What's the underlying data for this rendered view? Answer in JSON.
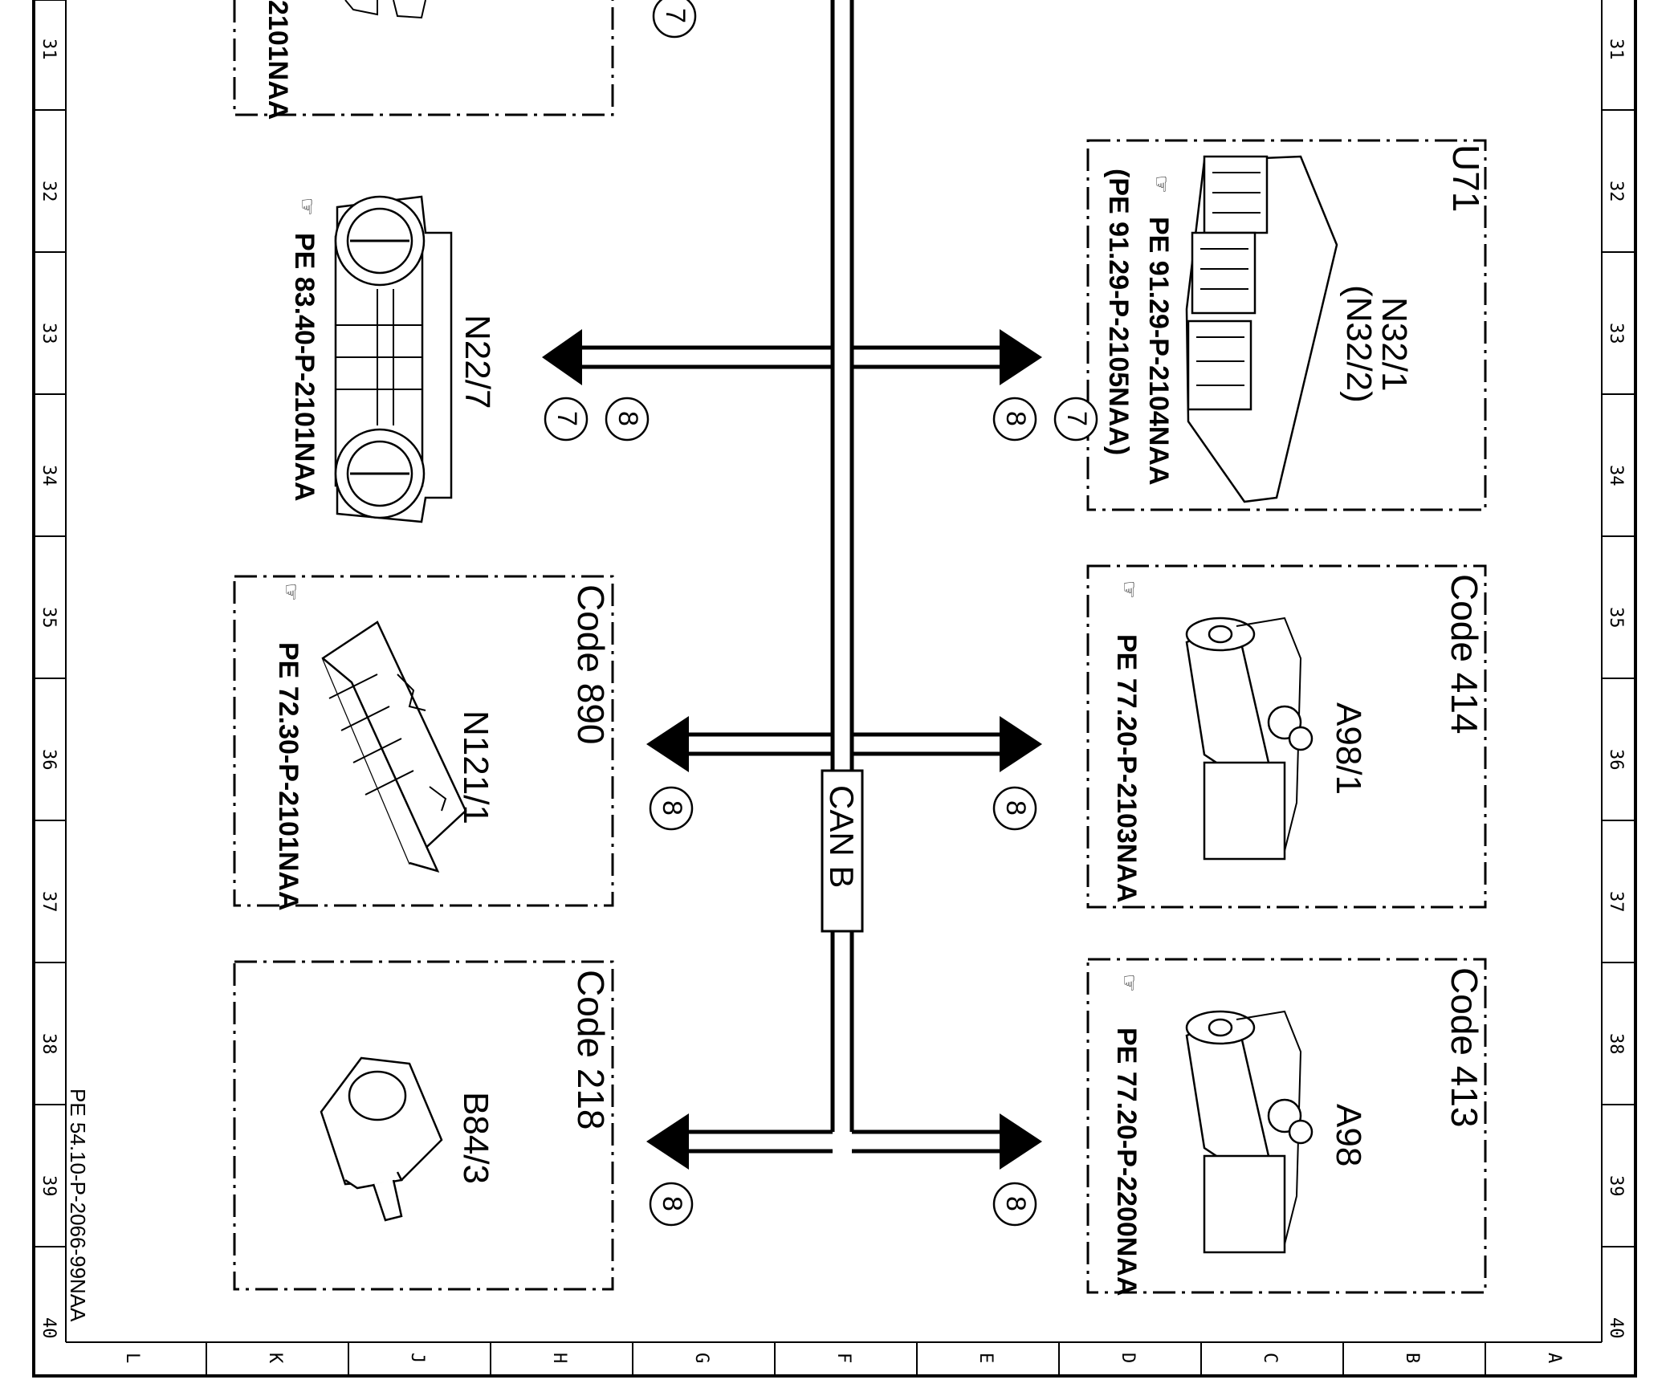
{
  "sheet": {
    "ref_code": "PE 54.10-P-2066-99NAA"
  },
  "ruler": {
    "rows": [
      "31",
      "32",
      "33",
      "34",
      "35",
      "36",
      "37",
      "38",
      "39",
      "40"
    ],
    "cols": [
      "L",
      "K",
      "J",
      "H",
      "G",
      "F",
      "E",
      "D",
      "C",
      "B",
      "A"
    ]
  },
  "bus": {
    "label": "CAN B"
  },
  "components": {
    "top_left": {
      "ref": "2101NAA",
      "conn": "7"
    },
    "n22_7": {
      "label": "N22/7",
      "ref": "PE 83.40-P-2101NAA",
      "conn_a": "8",
      "conn_b": "7"
    },
    "n121_1": {
      "label": "N121/1",
      "code": "Code 890",
      "ref": "PE 72.30-P-2101NAA",
      "conn": "8"
    },
    "b84_3": {
      "label": "B84/3",
      "code": "Code 218",
      "conn": "8"
    },
    "n32_1": {
      "label": "N32/1",
      "label_alt": "(N32/2)",
      "code": "U71",
      "ref": "PE 91.29-P-2104NAA",
      "ref_alt": "(PE 91.29-P-2105NAA)",
      "conn_a": "8",
      "conn_b": "7"
    },
    "a98_1": {
      "label": "A98/1",
      "code": "Code 414",
      "ref": "PE 77.20-P-2103NAA",
      "conn": "8"
    },
    "a98": {
      "label": "A98",
      "code": "Code 413",
      "ref": "PE 77.20-P-2200NAA",
      "conn": "8"
    }
  }
}
